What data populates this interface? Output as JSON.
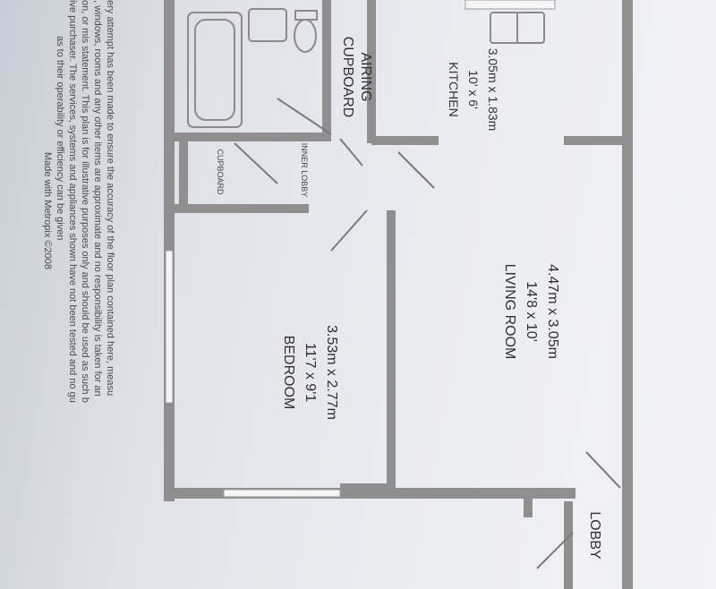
{
  "rooms": {
    "kitchen": {
      "name": "KITCHEN",
      "imperial": "10' x 6'",
      "metric": "3.05m x 1.83m"
    },
    "airing": {
      "line1": "AIRING",
      "line2": "CUPBOARD"
    },
    "living": {
      "name": "LIVING ROOM",
      "imperial": "14'8 x 10'",
      "metric": "4.47m x 3.05m"
    },
    "bedroom": {
      "name": "BEDROOM",
      "imperial": "11'7 x 9'1",
      "metric": "3.53m x 2.77m"
    },
    "cupboard": {
      "name": "CUPBOARD"
    },
    "inner_lobby": {
      "name": "INNER LOBBY"
    },
    "lobby": {
      "name": "LOBBY"
    }
  },
  "disclaimer": [
    "ery attempt has been made to ensure the accuracy of the floor plan contained here, measu",
    ", windows, rooms and any other items are approximate and no responsibility is taken for an",
    "on, or mis statement. This plan is for illustrative purposes only and should be used as such b",
    "ive purchaser. The services, systems and appliances shown have not been tested and no gu",
    "as to their operability or efficiency can be given",
    "Made with Metropix ©2008"
  ]
}
